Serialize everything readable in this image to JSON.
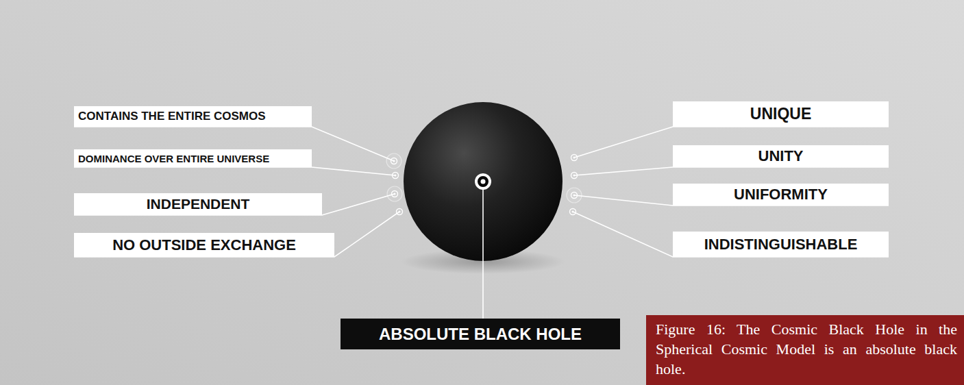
{
  "diagram": {
    "caption": "Figure 16: The Cosmic Black Hole in the Spherical Cosmic Model is an absolute black hole.",
    "nodes": [
      {
        "text": [
          "CONTAINS THE ENTIRE COSMOS"
        ]
      },
      {
        "text": [
          "DOMINANCE OVER ENTIRE UNIVERSE"
        ]
      },
      {
        "text": [
          "INDEPENDENT"
        ]
      },
      {
        "text": [
          "NO OUTSIDE EXCHANGE"
        ]
      },
      {
        "text": [
          "UNIQUE"
        ]
      },
      {
        "text": [
          "UNITY"
        ]
      },
      {
        "text": [
          "UNIFORMITY"
        ]
      },
      {
        "text": [
          "INDISTINGUISHABLE"
        ]
      },
      {
        "text": [
          "ABSOLUTE BLACK HOLE"
        ]
      }
    ]
  }
}
